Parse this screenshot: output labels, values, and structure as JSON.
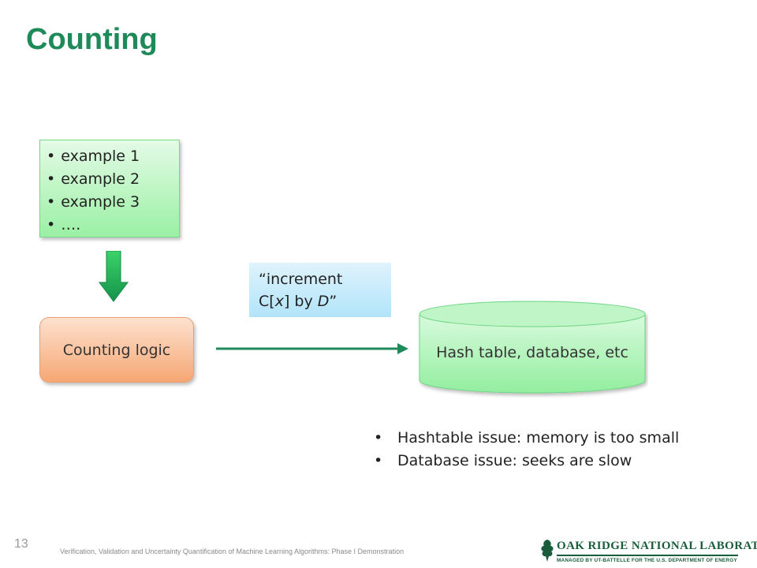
{
  "slide": {
    "title": "Counting",
    "number": "13",
    "footer": "Verification, Validation and Uncertainty Quantification of Machine Learning Algorithms: Phase I Demonstration"
  },
  "examples": {
    "items": [
      "example 1",
      "example 2",
      "example 3",
      "…."
    ]
  },
  "counting_logic": {
    "label": "Counting logic"
  },
  "increment_note": {
    "open_quote": "“increment",
    "c_prefix": "C[",
    "var_x": "x",
    "bracket_by": "] by ",
    "var_d": "D",
    "close_quote": "”"
  },
  "storage": {
    "label": "Hash table, database, etc"
  },
  "issues": [
    "Hashtable issue: memory is too small",
    "Database issue: seeks are slow"
  ],
  "logo": {
    "name": "OAK RIDGE NATIONAL LABORATORY",
    "tagline": "MANAGED BY UT-BATTELLE FOR THE U.S. DEPARTMENT OF ENERGY"
  },
  "colors": {
    "title": "#1e8a5a",
    "arrow": "#1e8a5a",
    "example_fill": "#9af0a4",
    "logic_fill": "#f6a773",
    "note_fill": "#b2e4fa",
    "cylinder_fill": "#9af0a4"
  }
}
